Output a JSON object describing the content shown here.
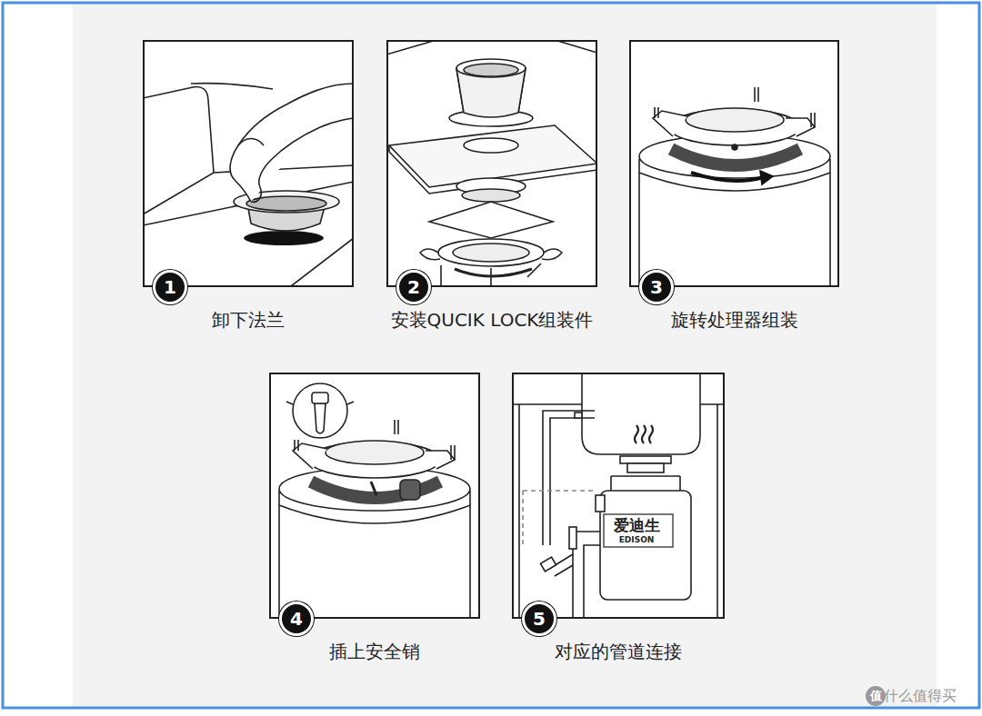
{
  "diagram": {
    "nodes": [
      {
        "text": [
          "卸下法兰"
        ]
      },
      {
        "text": [
          "1"
        ],
        "in": 0
      },
      {
        "text": [
          "安装QUCIK LOCK组装件"
        ]
      },
      {
        "text": [
          "2"
        ],
        "in": 2
      },
      {
        "text": [
          "旋转处理器组装"
        ]
      },
      {
        "text": [
          "3"
        ],
        "in": 4
      },
      {
        "text": [
          "插上安全销"
        ]
      },
      {
        "text": [
          "4"
        ],
        "in": 6
      },
      {
        "text": [
          "对应的管道连接"
        ]
      },
      {
        "text": [
          "5"
        ],
        "in": 8
      }
    ],
    "labels": [
      "爱迪生",
      "EDISON",
      "值",
      "什么值得买"
    ]
  }
}
